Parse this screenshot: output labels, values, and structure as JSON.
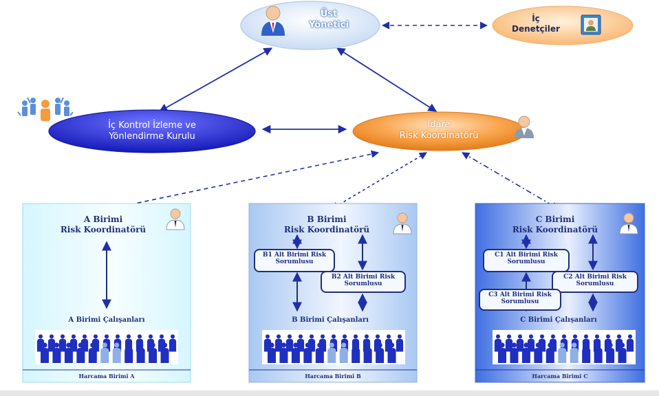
{
  "nodes": {
    "top_manager": {
      "line1": "Üst",
      "line2": "Yönetici"
    },
    "internal_auditors": {
      "line1": "İç",
      "line2": "Denetçiler"
    },
    "committee": {
      "line1": "İç Kontrol İzleme ve",
      "line2": "Yönlendirme Kurulu"
    },
    "risk_coordinator": {
      "line1": "İdare",
      "line2": "Risk Koordinatörü"
    }
  },
  "panels": [
    {
      "title_line1": "A Birimi",
      "title_line2": "Risk Koordinatörü",
      "sub_units": [],
      "workers": "A Birimi Çalışanları",
      "footer": "Harcama Birimi A"
    },
    {
      "title_line1": "B Birimi",
      "title_line2": "Risk Koordinatörü",
      "sub_units": [
        "B1 Alt Birimi Risk Sorumlusu",
        "B2 Alt Birimi Risk Sorumlusu"
      ],
      "workers": "B Birimi Çalışanları",
      "footer": "Harcama Birimi B"
    },
    {
      "title_line1": "C Birimi",
      "title_line2": "Risk Koordinatörü",
      "sub_units": [
        "C1 Alt Birimi Risk Sorumlusu",
        "C2 Alt Birimi Risk Sorumlusu",
        "C3 Alt Birimi Risk Sorumlusu"
      ],
      "workers": "C Birimi Çalışanları",
      "footer": "Harcama Birimi C"
    }
  ],
  "colors": {
    "line": "#1f2fa8",
    "top_oval": "#dfeaf8",
    "orange": "#f79a3c",
    "blue_oval": "#2a2fd0",
    "panel_a": "#e6fbff",
    "panel_b": "#b9d4f4",
    "panel_c": "#5b82e6",
    "people": "#1f2fbf"
  },
  "icons": [
    "manager-icon",
    "auditor-icon",
    "team-icon",
    "person-icon",
    "crowd-icon"
  ]
}
